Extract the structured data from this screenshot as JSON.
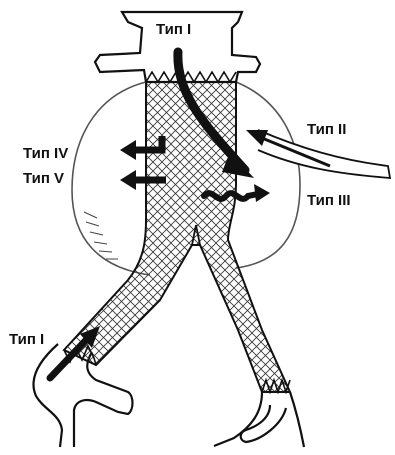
{
  "labels": {
    "type_1_top": "Тип I",
    "type_2": "Тип II",
    "type_3": "Тип III",
    "type_4": "Тип IV",
    "type_5": "Тип V",
    "type_1_bottom": "Тип I"
  },
  "colors": {
    "line": "#111111",
    "mesh": "#333333",
    "sac": "#555555",
    "background": "#ffffff"
  }
}
